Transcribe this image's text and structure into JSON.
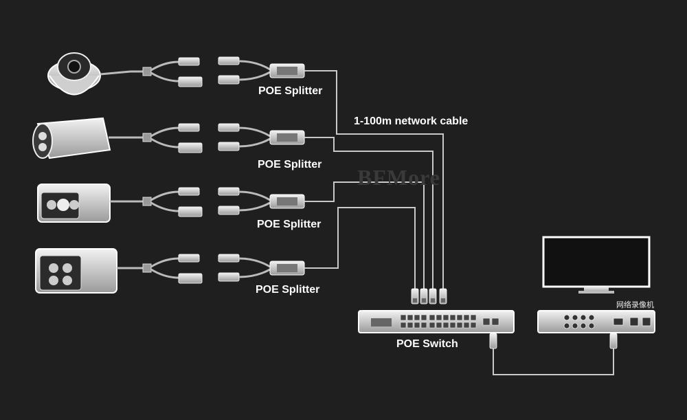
{
  "labels": {
    "splitter_1": "POE Splitter",
    "splitter_2": "POE Splitter",
    "splitter_3": "POE Splitter",
    "splitter_4": "POE Splitter",
    "network_cable": "1-100m network cable",
    "poe_switch": "POE Switch",
    "nvr": "网络录像机",
    "watermark": "BFMore"
  },
  "colors": {
    "background": "#1f1f1f",
    "cable": "#c9c9c9",
    "device_fill": "#d8d8d8",
    "text": "#ffffff"
  },
  "icons": [
    "dome-camera-icon",
    "bullet-camera-icon",
    "poe-splitter-icon",
    "poe-switch-icon",
    "monitor-icon",
    "nvr-icon",
    "rj45-plug-icon"
  ]
}
